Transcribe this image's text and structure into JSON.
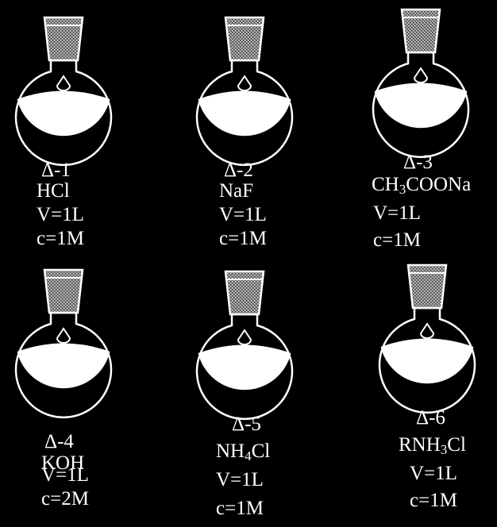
{
  "colors": {
    "background": "#000000",
    "foreground": "#ffffff",
    "stopper": "#9a9a9a"
  },
  "icons": [
    "round-bottom-flask-icon",
    "ground-glass-stopper-icon"
  ],
  "flasks": [
    {
      "id": "Δ-1",
      "solute": {
        "pre": "HCl",
        "sub": "",
        "post": ""
      },
      "volume": "V=1L",
      "concentration": "c=1M"
    },
    {
      "id": "Δ-2",
      "solute": {
        "pre": "NaF",
        "sub": "",
        "post": ""
      },
      "volume": "V=1L",
      "concentration": "c=1M"
    },
    {
      "id": "Δ-3",
      "solute": {
        "pre": "CH",
        "sub": "3",
        "post": "COONa"
      },
      "volume": "V=1L",
      "concentration": "c=1M"
    },
    {
      "id": "Δ-4",
      "solute": {
        "pre": "KOH",
        "sub": "",
        "post": ""
      },
      "volume": "V=1L",
      "concentration": "c=2M"
    },
    {
      "id": "Δ-5",
      "solute": {
        "pre": "NH",
        "sub": "4",
        "post": "Cl"
      },
      "volume": "V=1L",
      "concentration": "c=1M"
    },
    {
      "id": "Δ-6",
      "solute": {
        "pre": "RNH",
        "sub": "3",
        "post": "Cl"
      },
      "volume": "V=1L",
      "concentration": "c=1M"
    }
  ]
}
